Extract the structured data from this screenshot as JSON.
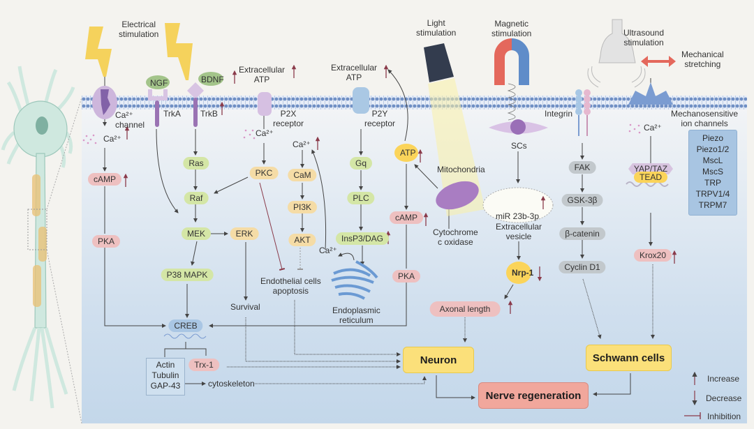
{
  "title_labels": {
    "electrical": [
      "Electrical",
      "stimulation"
    ],
    "light": [
      "Light",
      "stimulation"
    ],
    "magnetic": [
      "Magnetic",
      "stimulation"
    ],
    "ultrasound": [
      "Ultrasound",
      "stimulation"
    ],
    "mechanical": [
      "Mechanical",
      "stretching"
    ]
  },
  "membrane_labels": {
    "ca_channel": [
      "Ca²⁺",
      "channel"
    ],
    "ngf": "NGF",
    "trka": "TrkA",
    "bdnf": "BDNF",
    "trkb": "TrkB",
    "extracellular_atp_1": [
      "Extracellular",
      "ATP"
    ],
    "p2x": [
      "P2X",
      "receptor"
    ],
    "extracellular_atp_2": [
      "Extracellular",
      "ATP"
    ],
    "p2y": [
      "P2Y",
      "receptor"
    ],
    "integrin": "Integrin",
    "mechanosensitive": [
      "Mechanosensitive",
      "ion channels"
    ]
  },
  "ions": {
    "ca": "Ca²⁺"
  },
  "nodes": {
    "camp_left": "cAMP",
    "pka_left": "PKA",
    "ras": "Ras",
    "raf": "Raf",
    "mek": "MEK",
    "erk": "ERK",
    "p38": "P38 MAPK",
    "pkc": "PKC",
    "cam": "CaM",
    "pi3k": "PI3K",
    "akt": "AKT",
    "gq": "Gq",
    "plc": "PLC",
    "insp3": "InsP3/DAG",
    "atp": "ATP",
    "camp_mid": "cAMP",
    "pka_mid": "PKA",
    "fak": "FAK",
    "gsk": "GSK-3β",
    "bcatenin": "β-catenin",
    "cyclin": "Cyclin D1",
    "yap": "YAP/TAZ",
    "tead": "TEAD",
    "krox20": "Krox20",
    "creb": "CREB",
    "trx1": "Trx-1",
    "nrp1": "Nrp-1",
    "axonal": "Axonal length",
    "mirna": "miR 23b-3p"
  },
  "text_labels": {
    "mitochondria": "Mitochondria",
    "cytochrome": [
      "Cytochrome",
      "c oxidase"
    ],
    "scs": "SCs",
    "ev": [
      "Extracellular",
      "vesicle"
    ],
    "endothelial": [
      "Endothelial cells",
      "apoptosis"
    ],
    "survival": "Survival",
    "er": [
      "Endoplasmic",
      "reticulum"
    ],
    "cytoskeleton": "cytoskeleton",
    "actin_box": [
      "Actin",
      "Tubulin",
      "GAP-43"
    ]
  },
  "ms_channels": [
    "Piezo",
    "Piezo1/2",
    "MscL",
    "MscS",
    "TRP",
    "TRPV1/4",
    "TRPM7"
  ],
  "outcomes": {
    "neuron": "Neuron",
    "schwann": "Schwann cells",
    "regeneration": "Nerve regeneration"
  },
  "legend": {
    "increase": "Increase",
    "decrease": "Decrease",
    "inhibition": "Inhibition"
  },
  "colors": {
    "increase_arrow": "#8a3a4a",
    "green_node": "#d4e6a6",
    "orange_node": "#f5dca6",
    "pink_node": "#eec0c0",
    "gray_node": "#c2c8cc",
    "outcome_yellow": "#fbe07a",
    "outcome_red": "#f1a79c"
  }
}
